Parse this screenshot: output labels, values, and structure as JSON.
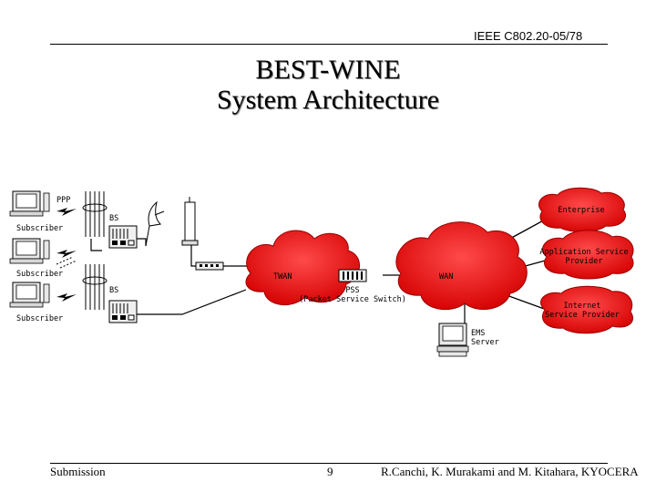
{
  "header": {
    "doc_id": "IEEE C802.20-05/78"
  },
  "title": {
    "line1": "BEST-WINE",
    "line2": "System Architecture"
  },
  "diagram": {
    "ppp": "PPP",
    "bs_top": "BS",
    "bs_bottom": "BS",
    "subscriber_1": "Subscriber",
    "subscriber_2": "Subscriber",
    "subscriber_3": "Subscriber",
    "enterprise": "Enterprise",
    "asp_line1": "Application Service",
    "asp_line2": "Provider",
    "isp_line1": "Internet",
    "isp_line2": "Service Provider",
    "twan": "TWAN",
    "wan": "WAN",
    "pss_line1": "PSS",
    "pss_line2": "(Packet Service Switch)",
    "ems_line1": "EMS",
    "ems_line2": "Server"
  },
  "footer": {
    "left": "Submission",
    "page": "9",
    "right": "R.Canchi, K. Murakami and M. Kitahara, KYOCERA"
  }
}
